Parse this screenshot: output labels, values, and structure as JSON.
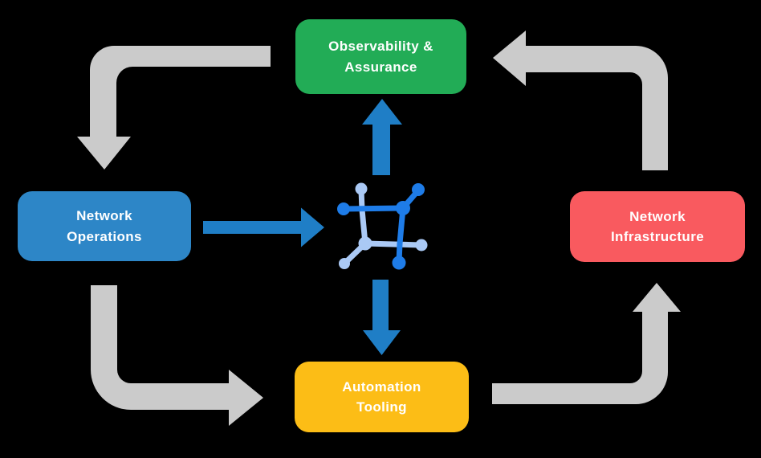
{
  "colors": {
    "background": "#000000",
    "cycle_arrow": "#CBCBCB",
    "flow_arrow": "#1F7EC6",
    "icon_primary": "#1E7CE8",
    "icon_secondary": "#AAC9F5",
    "label_text": "#FFFFFF"
  },
  "boxes": {
    "observability": {
      "label": "Observability &\nAssurance",
      "color": "#22AC56"
    },
    "operations": {
      "label": "Network\nOperations",
      "color": "#2D86C7"
    },
    "infrastructure": {
      "label": "Network\nInfrastructure",
      "color": "#F95A5F"
    },
    "automation": {
      "label": "Automation\nTooling",
      "color": "#FCBD16"
    }
  },
  "icons": {
    "center": "network-mesh-icon"
  },
  "diagram": {
    "cycle_links": [
      "observability -> network-operations",
      "network-operations -> automation-tooling",
      "automation-tooling -> network-infrastructure",
      "network-infrastructure -> observability"
    ],
    "flow_links": [
      "network-operations -> center-icon",
      "center-icon -> observability",
      "center-icon -> automation-tooling"
    ]
  }
}
